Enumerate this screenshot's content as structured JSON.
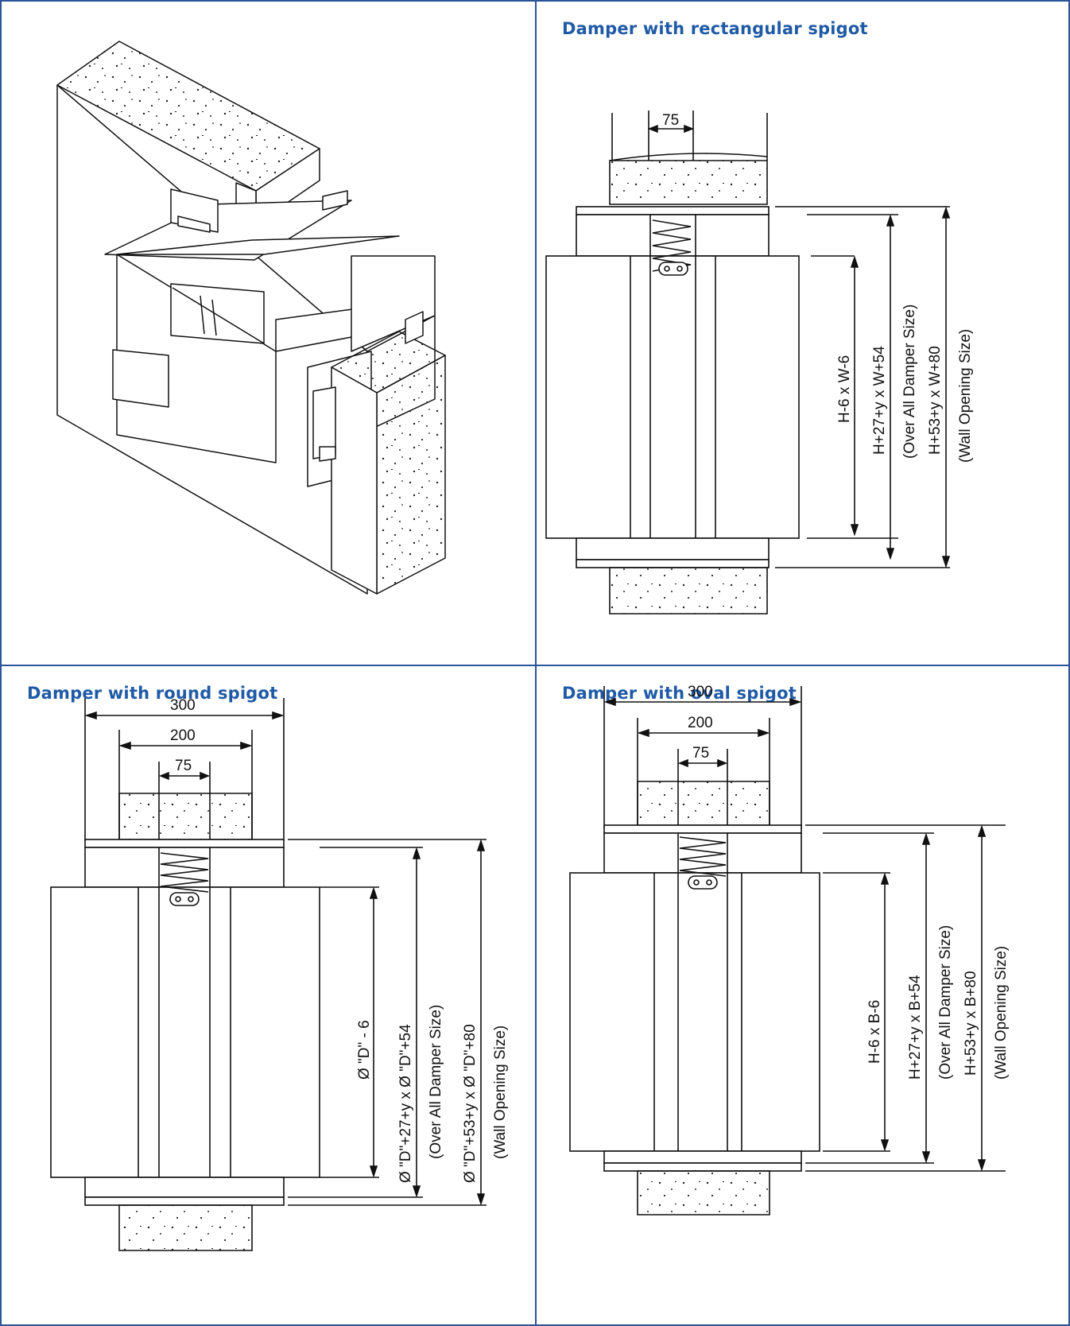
{
  "panels": {
    "isometric": {
      "title": ""
    },
    "rectangular": {
      "title": "Damper with rectangular spigot",
      "dim_75": "75",
      "label_inner": "H-6  x  W-6",
      "label_overall_1": "H+27+y  x  W+54",
      "label_overall_2": "(Over All Damper Size)",
      "label_wall_1": "H+53+y  x  W+80",
      "label_wall_2": "(Wall Opening Size)"
    },
    "round": {
      "title": "Damper with round spigot",
      "dim_300": "300",
      "dim_200": "200",
      "dim_75": "75",
      "label_inner": "Ø \"D\" - 6",
      "label_overall_1": "Ø \"D\"+27+y  x  Ø \"D\"+54",
      "label_overall_2": "(Over All Damper Size)",
      "label_wall_1": "Ø \"D\"+53+y  x  Ø \"D\"+80",
      "label_wall_2": "(Wall Opening Size)"
    },
    "oval": {
      "title": "Damper with oval spigot",
      "dim_300": "300",
      "dim_200": "200",
      "dim_75": "75",
      "label_inner": "H-6  x  B-6",
      "label_overall_1": "H+27+y  x  B+54",
      "label_overall_2": "(Over All Damper Size)",
      "label_wall_1": "H+53+y  x  B+80",
      "label_wall_2": "(Wall Opening Size)"
    }
  },
  "colors": {
    "border": "#2a5599",
    "title": "#1f5aa6",
    "line": "#111111"
  }
}
